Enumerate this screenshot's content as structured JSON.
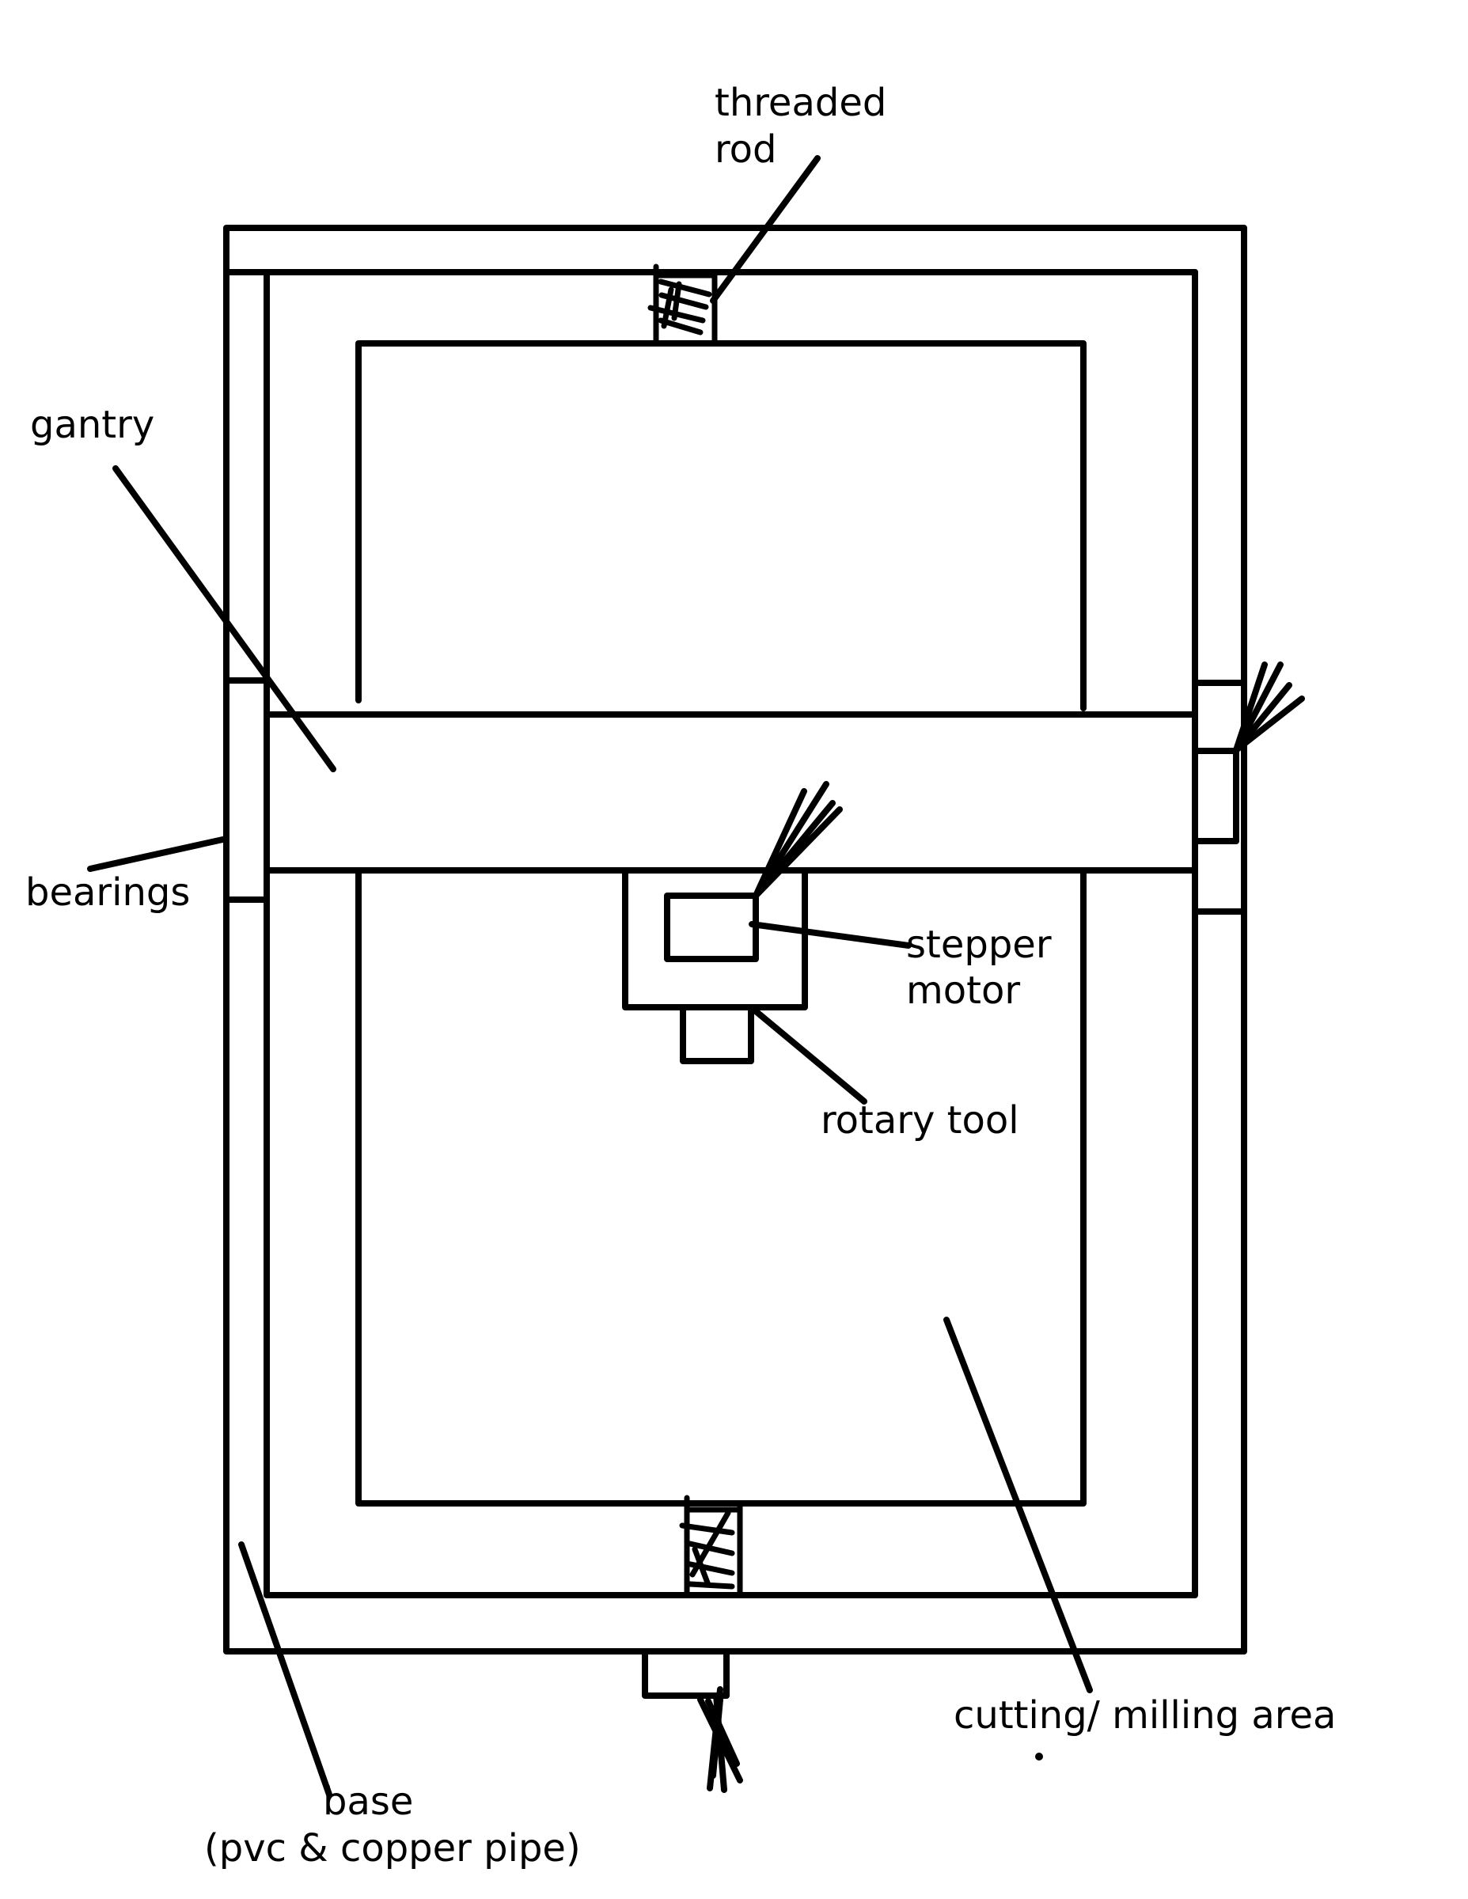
{
  "labels": {
    "threaded_rod_1": "threaded",
    "threaded_rod_2": "rod",
    "gantry": "gantry",
    "bearings": "bearings",
    "stepper_motor_1": "stepper",
    "stepper_motor_2": "motor",
    "rotary_tool": "rotary tool",
    "cutting_area": "cutting/ milling area",
    "base_1": "base",
    "base_2": "(pvc & copper pipe)"
  },
  "colors": {
    "stroke": "#000000",
    "background": "#ffffff"
  }
}
